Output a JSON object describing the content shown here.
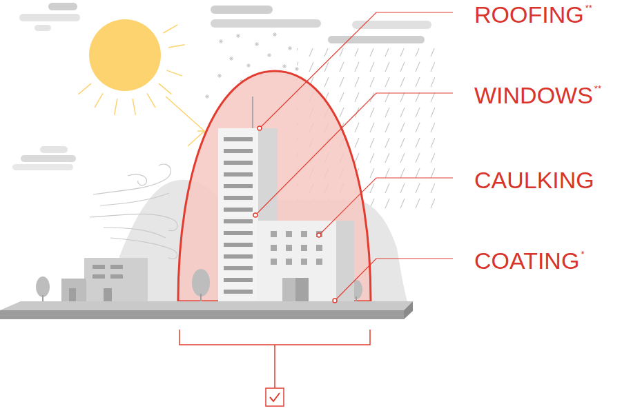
{
  "diagram": {
    "labels": [
      "ROOFING",
      "**",
      "WINDOWS",
      "**",
      "CAULKING",
      "COATING",
      "*"
    ]
  }
}
